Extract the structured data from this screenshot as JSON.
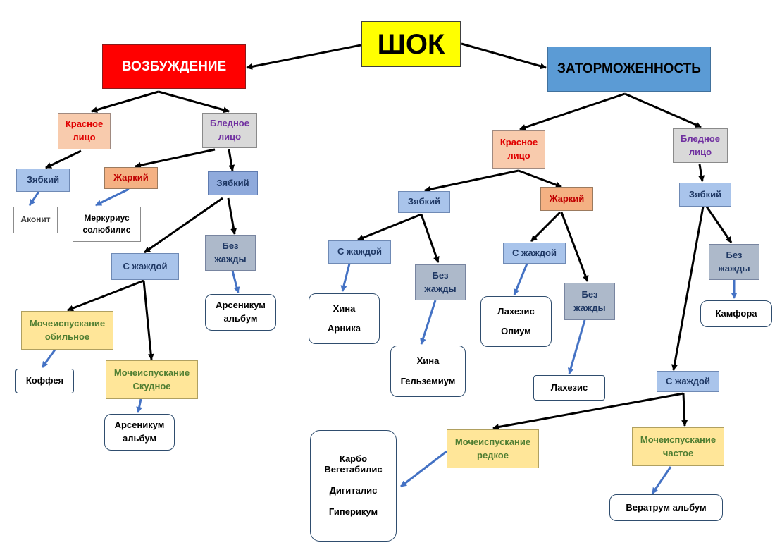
{
  "root": "ШОК",
  "left": {
    "title": "ВОЗБУЖДЕНИЕ",
    "red_face": "Красное\nлицо",
    "pale_face": "Бледное\nлицо",
    "chilly_a": "Зябкий",
    "aconite": "Аконит",
    "hot": "Жаркий",
    "merc": "Меркуриус\nсолюбилис",
    "chilly_b": "Зябкий",
    "thirst": "С жаждой",
    "no_thirst": "Без\nжажды",
    "ars1": "Арсеникум\nальбум",
    "urine_abundant": "Мочеиспускание\nобильное",
    "coffea": "Коффея",
    "urine_scanty": "Мочеиспускание\nСкудное",
    "ars2": "Арсеникум\nальбум"
  },
  "right": {
    "title": "ЗАТОРМОЖЕННОСТЬ",
    "red_face": "Красное\nлицо",
    "pale_face": "Бледное\nлицо",
    "chilly_a": "Зябкий",
    "hot": "Жаркий",
    "chilly_b": "Зябкий",
    "thirst_a": "С жаждой",
    "no_thirst_a": "Без\nжажды",
    "china_arnica": "Хина\n\nАрника",
    "china_gels": "Хина\n\nГельземиум",
    "thirst_b": "С жаждой",
    "no_thirst_b": "Без\nжажды",
    "lach_opium": "Лахезис\n\nОпиум",
    "lach": "Лахезис",
    "no_thirst_c": "Без\nжажды",
    "camphora": "Камфора",
    "thirst_c": "С жаждой",
    "urine_rare": "Мочеиспускание\nредкое",
    "urine_frequent": "Мочеиспускание\nчастое",
    "carbo_group": "Карбо\nВегетабилис\n\nДигиталис\n\nГиперикум",
    "veratrum": "Вератрум альбум"
  },
  "colors": {
    "black_arrow": "#000000",
    "blue_arrow": "#4472c4"
  }
}
